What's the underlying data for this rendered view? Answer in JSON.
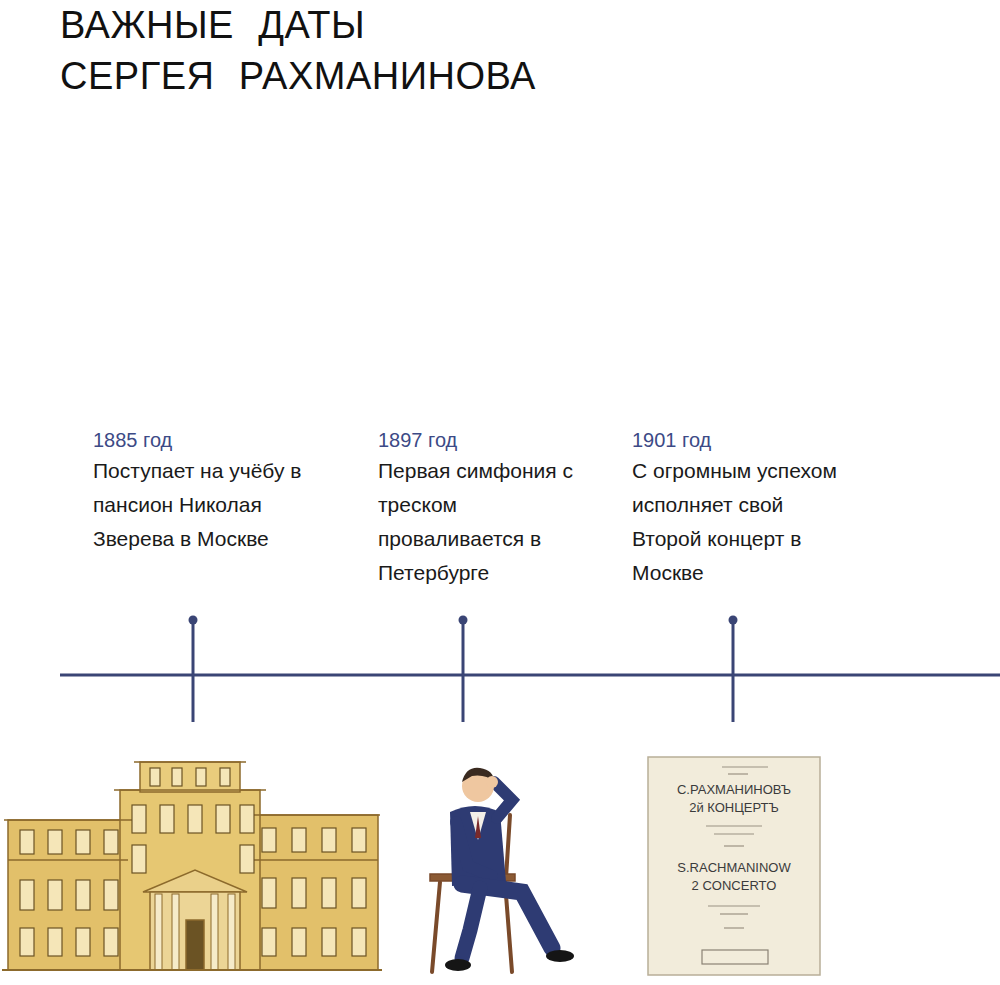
{
  "diagram": {
    "title": "ВАЖНЫЕ ДАТЫ СЕРГЕЯ РАХМАНИНОВА",
    "labels": [
      "1885 год",
      "Поступает на учёбу в пансион Николая Зверева в Москве",
      "1897 год",
      "Первая симфония с треском проваливается в Петербурге",
      "1901 год",
      "С огромным успехом исполняет свой Второй концерт в Москве",
      "С.РАХМАНИНОВЪ",
      "2й КОНЦЕРТЪ",
      "S.RACHMANINOW",
      "2 CONCERTO"
    ]
  }
}
